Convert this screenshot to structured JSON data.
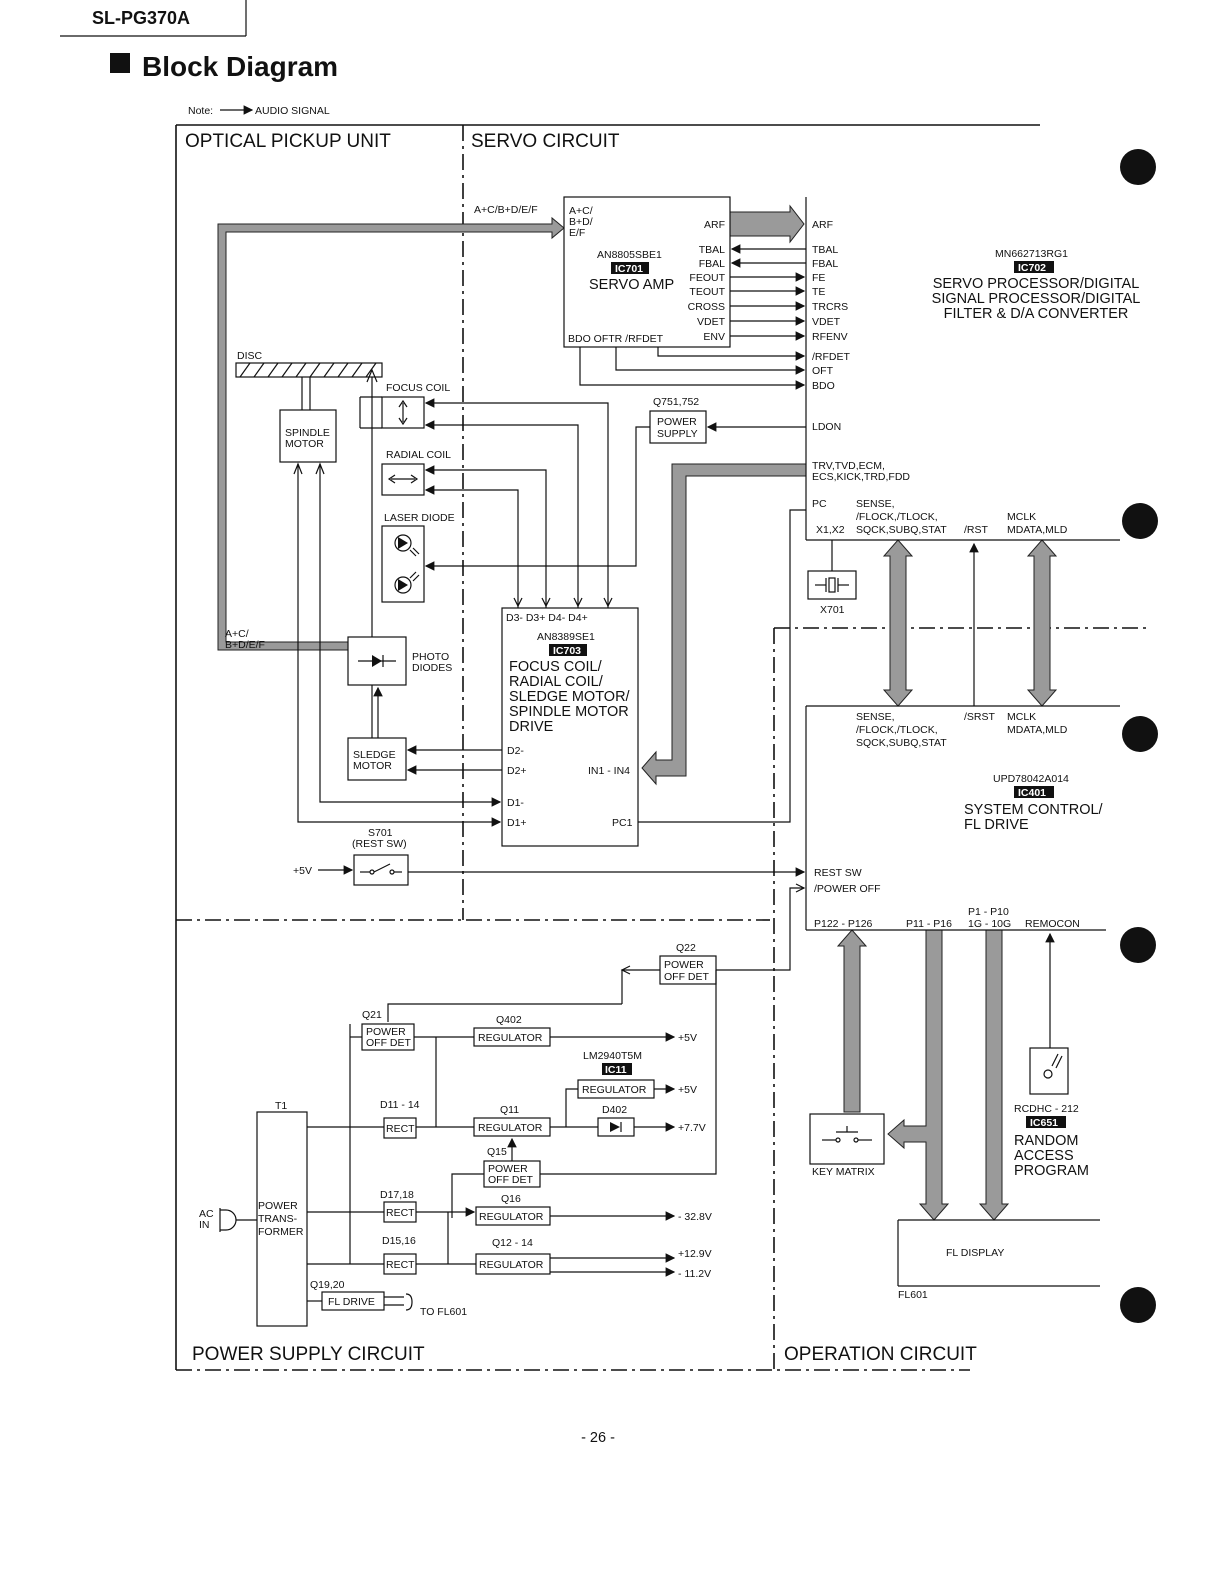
{
  "header": {
    "model": "SL-PG370A",
    "title": "Block Diagram",
    "note": "Note:",
    "note_audio": "AUDIO SIGNAL"
  },
  "sections": {
    "optical": "OPTICAL PICKUP UNIT",
    "servo": "SERVO CIRCUIT",
    "power": "POWER SUPPLY CIRCUIT",
    "operation": "OPERATION CIRCUIT"
  },
  "ic701": {
    "part": "AN8805SBE1",
    "badge": "IC701",
    "name": "SERVO AMP",
    "in1": "A+C/",
    "in2": "B+D/",
    "in3": "E/F",
    "pins": [
      "ARF",
      "TBAL",
      "FBAL",
      "FEOUT",
      "TEOUT",
      "CROSS",
      "VDET",
      "ENV"
    ],
    "bottom": "BDO  OFTR  /RFDET"
  },
  "sig_acbd": "A+C/B+D/E/F",
  "ic702": {
    "part": "MN662713RG1",
    "badge": "IC702",
    "name1": "SERVO PROCESSOR/DIGITAL",
    "name2": "SIGNAL PROCESSOR/DIGITAL",
    "name3": "FILTER & D/A CONVERTER",
    "pins": [
      "ARF",
      "TBAL",
      "FBAL",
      "FE",
      "TE",
      "TRCRS",
      "VDET",
      "RFENV",
      "/RFDET",
      "OFT",
      "BDO"
    ],
    "ldon": "LDON",
    "trv1": "TRV,TVD,ECM,",
    "trv2": "ECS,KICK,TRD,FDD",
    "pc": "PC",
    "x1x2": "X1,X2",
    "sense1": "SENSE,",
    "sense2": "/FLOCK,/TLOCK,",
    "sense3": "SQCK,SUBQ,STAT",
    "rst": "/RST",
    "mclk": "MCLK",
    "mdata": "MDATA,MLD"
  },
  "x701": "X701",
  "q751": {
    "part": "Q751,752",
    "l1": "POWER",
    "l2": "SUPPLY"
  },
  "pickup": {
    "disc": "DISC",
    "spindle1": "SPINDLE",
    "spindle2": "MOTOR",
    "focus": "FOCUS COIL",
    "radial": "RADIAL COIL",
    "laser": "LASER DIODE",
    "photo1": "PHOTO",
    "photo2": "DIODES",
    "acbd1": "A+C/",
    "acbd2": "B+D/E/F",
    "sledge1": "SLEDGE",
    "sledge2": "MOTOR"
  },
  "ic703": {
    "top": "D3-  D3+  D4-  D4+",
    "part": "AN8389SE1",
    "badge": "IC703",
    "l1": "FOCUS COIL/",
    "l2": "RADIAL COIL/",
    "l3": "SLEDGE MOTOR/",
    "l4": "SPINDLE MOTOR",
    "l5": "DRIVE",
    "d2m": "D2-",
    "d2p": "D2+",
    "in": "IN1 - IN4",
    "d1m": "D1-",
    "d1p": "D1+",
    "pc1": "PC1"
  },
  "s701": {
    "part": "S701",
    "name": "(REST SW)",
    "v": "+5V"
  },
  "ic401": {
    "sense1": "SENSE,",
    "sense2": "/FLOCK,/TLOCK,",
    "sense3": "SQCK,SUBQ,STAT",
    "srst": "/SRST",
    "mclk": "MCLK",
    "mdata": "MDATA,MLD",
    "part": "UPD78042A014",
    "badge": "IC401",
    "name1": "SYSTEM CONTROL/",
    "name2": "FL DRIVE",
    "restsw": "REST SW",
    "poweroff": "/POWER OFF",
    "p122": "P122 - P126",
    "p11": "P11 - P16",
    "p1": "P1 - P10",
    "p1b": "1G - 10G",
    "remocon": "REMOCON"
  },
  "power": {
    "q22": "Q22",
    "q21": "Q21",
    "q402": "Q402",
    "ic11part": "LM2940T5M",
    "ic11": "IC11",
    "t1": "T1",
    "d1114": "D11 - 14",
    "q11": "Q11",
    "d402": "D402",
    "q15": "Q15",
    "d1718": "D17,18",
    "q16": "Q16",
    "d1516": "D15,16",
    "q1214": "Q12 - 14",
    "q1920": "Q19,20",
    "pod1": "POWER",
    "pod2": "OFF DET",
    "regulator": "REGULATOR",
    "rect": "RECT",
    "fldrive": "FL DRIVE",
    "tofl": "TO FL601",
    "ac1": "AC",
    "ac2": "IN",
    "tr1": "POWER",
    "tr2": "TRANS-",
    "tr3": "FORMER",
    "v5a": "+5V",
    "v5b": "+5V",
    "v77": "+7.7V",
    "v328": "- 32.8V",
    "v129": "+12.9V",
    "v112": "- 11.2V"
  },
  "operation": {
    "keymatrix": "KEY MATRIX",
    "fldisplay": "FL DISPLAY",
    "fl601": "FL601",
    "rcpart": "RCDHC - 212",
    "rcbadge": "IC651",
    "r1": "RANDOM",
    "r2": "ACCESS",
    "r3": "PROGRAM"
  },
  "page_no": "- 26 -"
}
